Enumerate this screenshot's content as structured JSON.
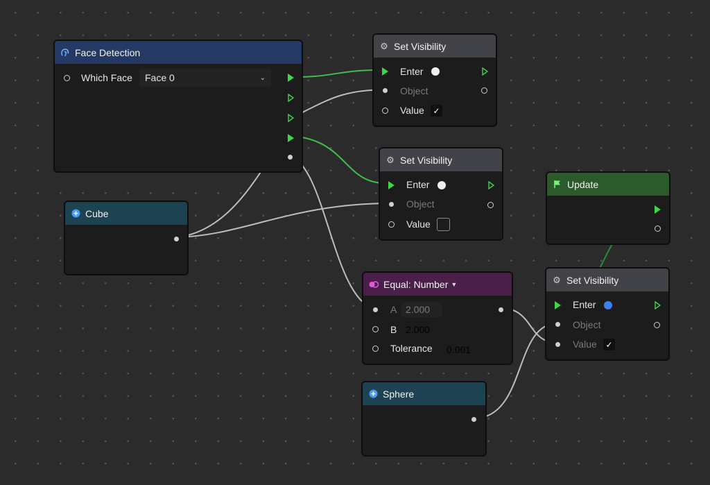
{
  "nodes": {
    "face_detection": {
      "title": "Face Detection",
      "which_face_label": "Which Face",
      "which_face_value": "Face 0",
      "icon": "face-outline-icon",
      "color": "#243a64"
    },
    "set_visibility_1": {
      "title": "Set Visibility",
      "enter_label": "Enter",
      "object_label": "Object",
      "value_label": "Value",
      "value_checked": true,
      "icon": "gear-icon"
    },
    "set_visibility_2": {
      "title": "Set Visibility",
      "enter_label": "Enter",
      "object_label": "Object",
      "value_label": "Value",
      "value_checked": false,
      "icon": "gear-icon"
    },
    "set_visibility_3": {
      "title": "Set Visibility",
      "enter_label": "Enter",
      "object_label": "Object",
      "value_label": "Value",
      "value_checked": true,
      "icon": "gear-icon"
    },
    "cube": {
      "title": "Cube",
      "icon": "plus-circle-icon",
      "color": "#1d4352"
    },
    "sphere": {
      "title": "Sphere",
      "icon": "plus-circle-icon",
      "color": "#1d4352"
    },
    "update": {
      "title": "Update",
      "icon": "flag-icon",
      "color": "#2c5a2d"
    },
    "equal_number": {
      "title": "Equal: Number",
      "a_label": "A",
      "a_value": "2.000",
      "b_label": "B",
      "b_value": "2.000",
      "tolerance_label": "Tolerance",
      "tolerance_value": "0.001",
      "icon": "equal-circles-icon",
      "color": "#4a1f4a"
    }
  },
  "colors": {
    "flow_wire": "#3fbf4a",
    "data_wire": "#bdbdbd",
    "canvas": "#2b2b2b"
  }
}
